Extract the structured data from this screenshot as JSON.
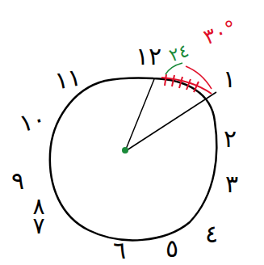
{
  "diagram": {
    "labels": [
      "١٢",
      "١",
      "٢",
      "٣",
      "٤",
      "٥",
      "٦",
      "٧",
      "٨",
      "٩",
      "١٠",
      "١١",
      "٢٤",
      "٣٠°"
    ]
  }
}
